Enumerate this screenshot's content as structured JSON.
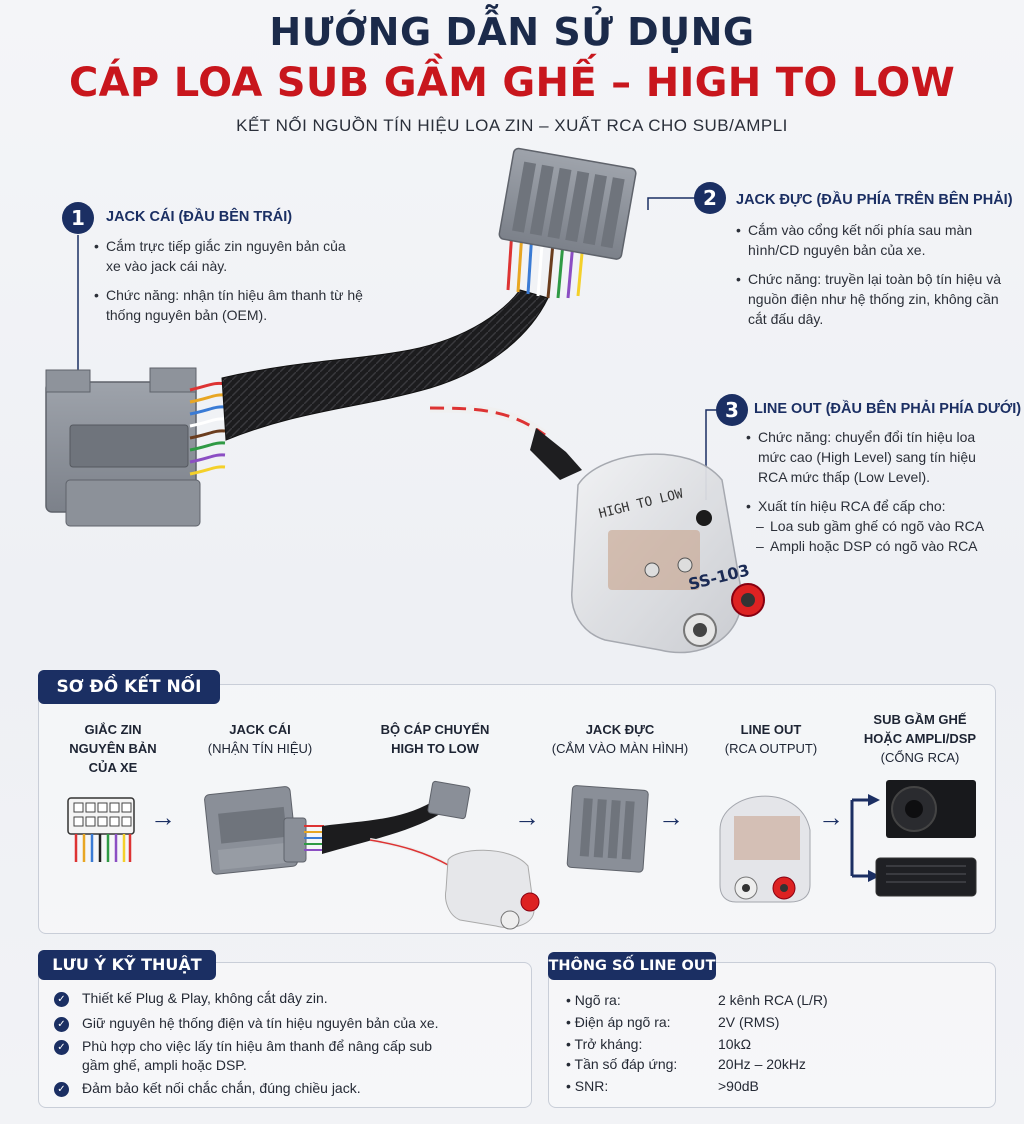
{
  "header": {
    "title": "HƯỚNG DẪN SỬ DỤNG",
    "product": "CÁP LOA SUB GẦM GHẾ – HIGH TO LOW",
    "subtitle": "KẾT NỐI NGUỒN TÍN HIỆU LOA ZIN – XUẤT RCA CHO SUB/AMPLI"
  },
  "callouts": [
    {
      "number": "1",
      "title": "JACK CÁI (ĐẦU BÊN TRÁI)",
      "bullets": [
        "Cắm trực tiếp giắc zin nguyên bản của xe vào jack cái này.",
        "Chức năng: nhận tín hiệu âm thanh từ hệ thống nguyên bản (OEM)."
      ]
    },
    {
      "number": "2",
      "title": "JACK ĐỰC (ĐẦU PHÍA TRÊN BÊN PHẢI)",
      "bullets": [
        "Cắm vào cổng kết nối phía sau màn hình/CD nguyên bản của xe.",
        "Chức năng: truyền lại toàn bộ tín hiệu và nguồn điện như hệ thống zin, không cần cắt đấu dây."
      ]
    },
    {
      "number": "3",
      "title": "LINE OUT (ĐẦU BÊN PHẢI PHÍA DƯỚI)",
      "bullets": [
        "Chức năng: chuyển đổi tín hiệu loa mức cao (High Level) sang tín hiệu RCA mức thấp (Low Level).",
        "Xuất tín hiệu RCA để cấp cho:"
      ],
      "sub_bullets": [
        "Loa sub gầm ghế có ngõ vào RCA",
        "Ampli hoặc DSP có ngõ vào RCA"
      ]
    }
  ],
  "device": {
    "label_top": "HIGH TO LOW",
    "label_model": "SS-103"
  },
  "diagram": {
    "tab": "SƠ ĐỒ KẾT NỐI",
    "steps": [
      {
        "line1": "GIẮC ZIN",
        "line2": "NGUYÊN BẢN",
        "line3": "CỦA XE"
      },
      {
        "line1": "JACK CÁI",
        "line2": "(NHẬN TÍN HIỆU)"
      },
      {
        "line1": "BỘ CÁP CHUYỂN",
        "line2": "HIGH TO LOW"
      },
      {
        "line1": "JACK ĐỰC",
        "line2": "(CẮM VÀO MÀN HÌNH)"
      },
      {
        "line1": "LINE OUT",
        "line2": "(RCA OUTPUT)"
      },
      {
        "line1": "SUB GẦM GHẾ",
        "line2": "HOẶC AMPLI/DSP",
        "line3": "(CỔNG RCA)"
      }
    ],
    "arrow_glyph": "→"
  },
  "notes": {
    "tab": "LƯU Ý KỸ THUẬT",
    "items": [
      "Thiết kế Plug & Play, không cắt dây zin.",
      "Giữ nguyên hệ thống điện và tín hiệu nguyên bản của xe.",
      "Phù hợp cho việc lấy tín hiệu âm thanh để nâng cấp sub gầm ghế, ampli hoặc DSP.",
      "Đảm bảo kết nối chắc chắn, đúng chiều jack."
    ]
  },
  "specs": {
    "tab": "THÔNG SỐ LINE OUT",
    "rows": [
      {
        "label": "Ngõ ra:",
        "value": "2 kênh RCA (L/R)"
      },
      {
        "label": "Điện áp ngõ ra:",
        "value": "2V (RMS)"
      },
      {
        "label": "Trở kháng:",
        "value": "10kΩ"
      },
      {
        "label": "Tần số đáp ứng:",
        "value": "20Hz – 20kHz"
      },
      {
        "label": "SNR:",
        "value": ">90dB"
      }
    ]
  },
  "colors": {
    "navy": "#1b2f63",
    "red": "#c8161d",
    "connector_gray": "#8a8f98",
    "sleeve": "#1c1c1e"
  }
}
